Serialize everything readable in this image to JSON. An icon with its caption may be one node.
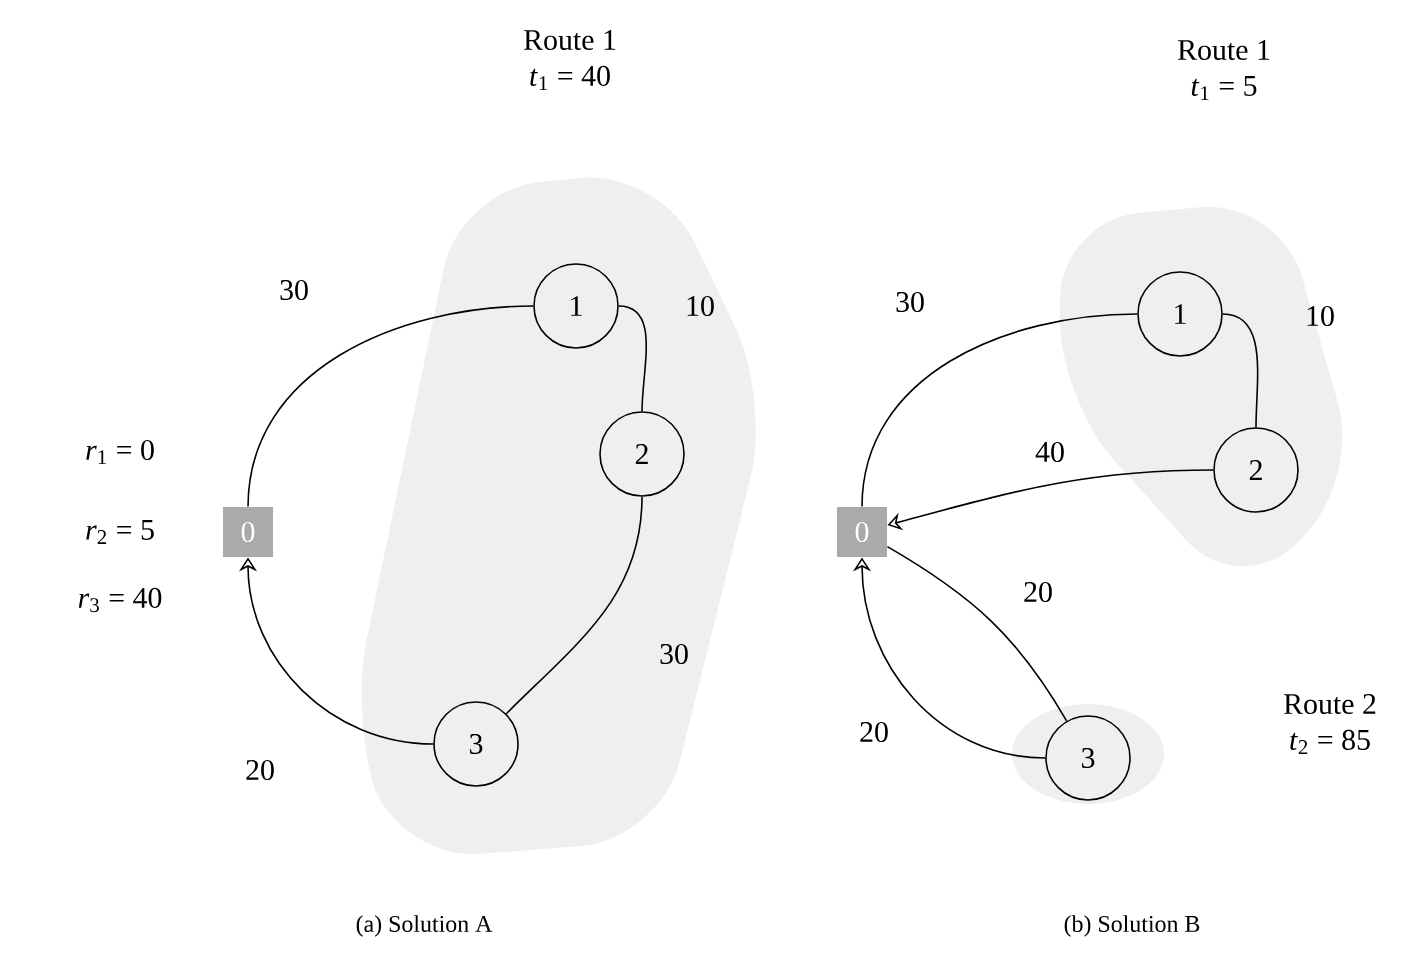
{
  "diagram": {
    "nodes": [
      {
        "text": [
          "Route 1",
          "*t*$_{1}$ = 40"
        ]
      },
      {
        "text": [
          "0"
        ]
      },
      {
        "text": [
          "1"
        ],
        "in": 0
      },
      {
        "text": [
          "2"
        ],
        "in": 0
      },
      {
        "text": [
          "3"
        ],
        "in": 0
      },
      {
        "text": [
          "Route 1",
          "*t*$_{1}$ = 5"
        ]
      },
      {
        "text": [
          "0"
        ]
      },
      {
        "text": [
          "1"
        ],
        "in": 5
      },
      {
        "text": [
          "2"
        ],
        "in": 5
      },
      {
        "text": [
          "Route 2",
          "*t*$_{2}$ = 85"
        ]
      },
      {
        "text": [
          "3"
        ],
        "in": 9
      }
    ],
    "edges": [
      {
        "from": 1,
        "to": 2,
        "arrow": "none",
        "label": "30"
      },
      {
        "from": 2,
        "to": 3,
        "arrow": "none",
        "label": "10"
      },
      {
        "from": 3,
        "to": 4,
        "arrow": "none",
        "label": "30"
      },
      {
        "from": 4,
        "to": 1,
        "arrow": "to",
        "label": "20"
      },
      {
        "from": 6,
        "to": 7,
        "arrow": "none",
        "label": "30"
      },
      {
        "from": 7,
        "to": 8,
        "arrow": "none",
        "label": "10"
      },
      {
        "from": 8,
        "to": 6,
        "arrow": "to",
        "label": "40"
      },
      {
        "from": 6,
        "to": 10,
        "arrow": "none",
        "label": "20"
      },
      {
        "from": 10,
        "to": 6,
        "arrow": "to",
        "label": "20"
      }
    ],
    "labels": [
      "*r*$_{1}$ = 0",
      "*r*$_{2}$ = 5",
      "*r*$_{3}$ = 40",
      "(a) Solution A",
      "(b) Solution B"
    ]
  }
}
